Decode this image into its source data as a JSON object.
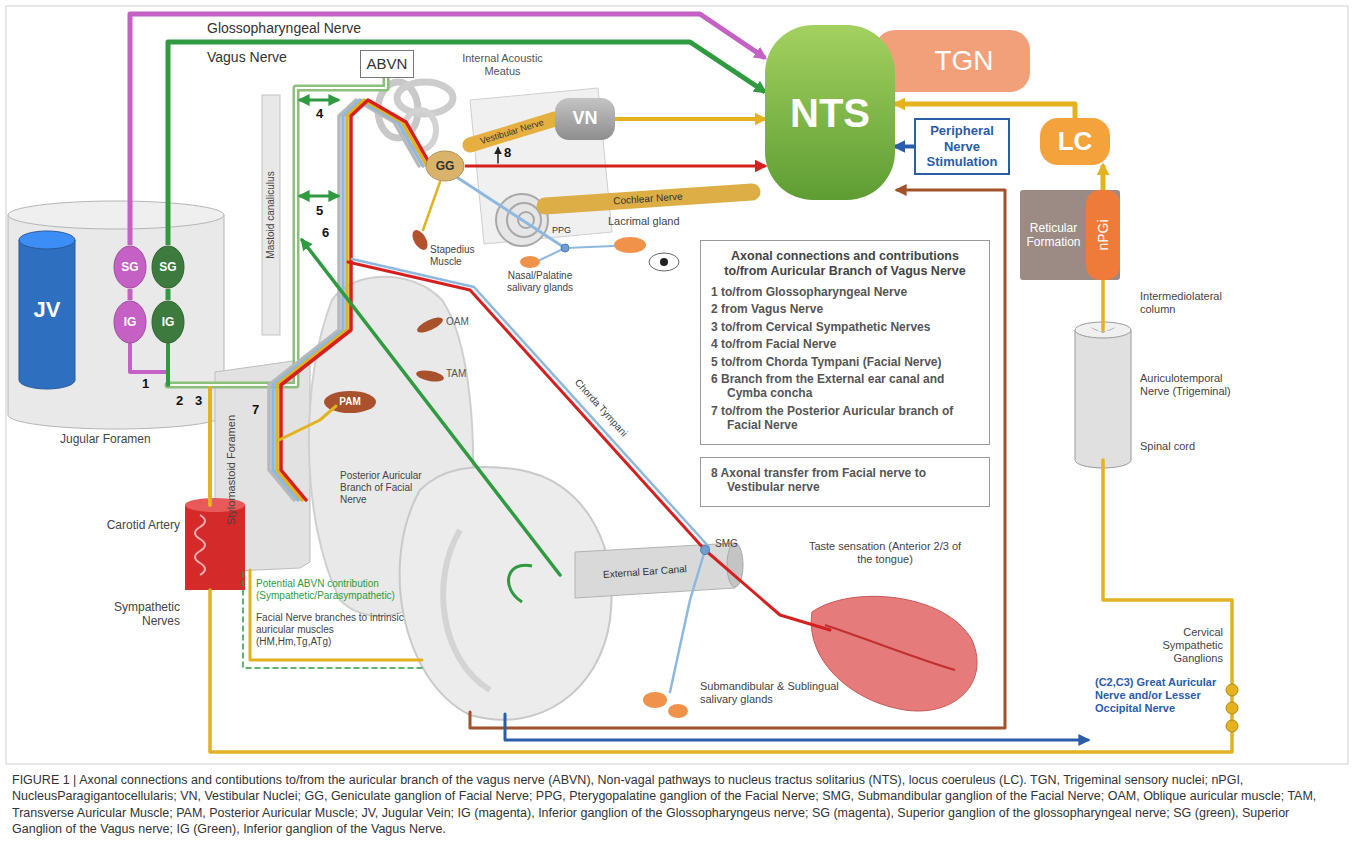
{
  "diagram": {
    "caption": "FIGURE 1 | Axonal connections and contibutions to/from the auricular branch of the vagus nerve (ABVN), Non-vagal pathways to nucleus tractus solitarius (NTS), locus coeruleus (LC). TGN, Trigeminal sensory nuclei; nPGI, NucleusParagigantocellularis; VN, Vestibular Nuclei; GG, Geniculate ganglion of Facial Nerve; PPG, Pterygopalatine ganglion of the Facial Nerve; SMG, Submandibular ganglion of the Facial Nerve; OAM, Oblique auricular muscle; TAM, Transverse Auricular Muscle; PAM, Posterior Auricular Muscle; JV, Jugular Vein; IG (magenta), Inferior ganglion of the Glossopharyngeus nerve; SG (magenta), Superior ganglion of the glossopharyngeal nerve; SG (green), Superior Ganglion of the Vagus nerve; IG (Green), Inferior ganglion of the Vagus Nerve.",
    "nodes": [
      {
        "text": [
          "NTS"
        ]
      },
      {
        "text": [
          "TGN"
        ]
      },
      {
        "text": [
          "LC"
        ]
      },
      {
        "text": [
          "VN"
        ]
      },
      {
        "text": [
          "Peripheral Nerve Stimulation"
        ]
      },
      {
        "text": [
          "ABVN"
        ]
      },
      {
        "text": [
          "Reticular Formation"
        ]
      },
      {
        "text": [
          "nPGi"
        ],
        "in": 6
      },
      {
        "text": [
          "Axonal connections and contributions to/from Auricular Branch of Vagus Nerve",
          "1 to/from Glossopharyngeal Nerve",
          "2 from Vagus Nerve",
          "3 to/from Cervical Sympathetic Nerves",
          "4 to/from Facial Nerve",
          "5 to/from Chorda Tympani (Facial Nerve)",
          "6 Branch from the External ear canal and Cymba concha",
          "7 to/from the Posterior Auricular branch of Facial Nerve"
        ]
      },
      {
        "text": [
          "8 Axonal transfer from Facial nerve to Vestibular nerve"
        ]
      },
      {
        "text": [
          "JV"
        ]
      },
      {
        "text": [
          "SG"
        ]
      },
      {
        "text": [
          "IG"
        ]
      },
      {
        "text": [
          "SG"
        ]
      },
      {
        "text": [
          "IG"
        ]
      },
      {
        "text": [
          "GG"
        ]
      }
    ],
    "edges": [
      {
        "from": 11,
        "to": 0,
        "arrow": "to",
        "label": "Glossopharyngeal Nerve"
      },
      {
        "from": 13,
        "to": 0,
        "arrow": "to",
        "label": "Vagus Nerve"
      },
      {
        "from": 3,
        "to": 0,
        "arrow": "to"
      },
      {
        "from": 4,
        "to": 0,
        "arrow": "to"
      },
      {
        "from": 2,
        "to": 0,
        "arrow": "to"
      },
      {
        "from": 7,
        "to": 2,
        "arrow": "to"
      },
      {
        "from": 12,
        "to": 11,
        "arrow": "none"
      },
      {
        "from": 14,
        "to": 13,
        "arrow": "none"
      },
      {
        "from": 15,
        "to": 0,
        "arrow": "to"
      }
    ],
    "labels": [
      "Internal Acoustic Meatus",
      "Vestibular Nerve",
      "Cochlear Nerve",
      "8",
      "4",
      "5",
      "6",
      "7",
      "1",
      "2",
      "3",
      "Mastoid canaliculus",
      "Lacrimal gland",
      "PPG",
      "Stapedius Muscle",
      "Nasal/Palatine salivary glands",
      "OAM",
      "TAM",
      "PAM",
      "Posterior Auricular Branch of Facial Nerve",
      "Chorda Tympani",
      "Stylomastoid Foramen",
      "Taste sensation (Anterior 2/3 of the tongue)",
      "Jugular Foramen",
      "Carotid Artery",
      "Sympathetic Nerves",
      "Potential ABVN contribution (Sympathetic/Parasympathetic)",
      "Facial Nerve branches to intrinsic auricular muscles (HM,Hm,Tg,ATg)",
      "External Ear Canal",
      "SMG",
      "Submandibular & Sublingual salivary glands",
      "Intermediolateral column",
      "Auriculotemporal Nerve (Trigeminal)",
      "Spinal cord",
      "Cervical Sympathetic Ganglions",
      "(C2,C3) Great Auricular Nerve and/or Lesser Occipital Nerve"
    ]
  }
}
